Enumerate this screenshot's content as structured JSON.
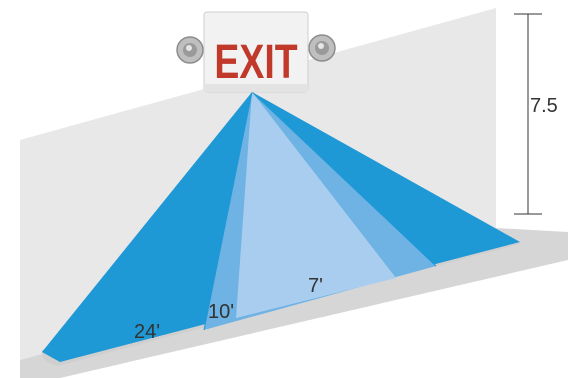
{
  "labels": {
    "ceiling_height": "7.5",
    "beam_24": "24'",
    "beam_10": "10'",
    "beam_7": "7'"
  },
  "sign": {
    "text": "EXIT",
    "text_color": "#c0392b",
    "body_color": "#f2f2f2"
  },
  "colors": {
    "wall": "#e6e6e6",
    "floor": "#d9d9d9",
    "beam_outer": "#1f98d6",
    "beam_mid": "#6eb3e4",
    "beam_inner": "#a9cdef",
    "dimension_line": "#333333"
  }
}
